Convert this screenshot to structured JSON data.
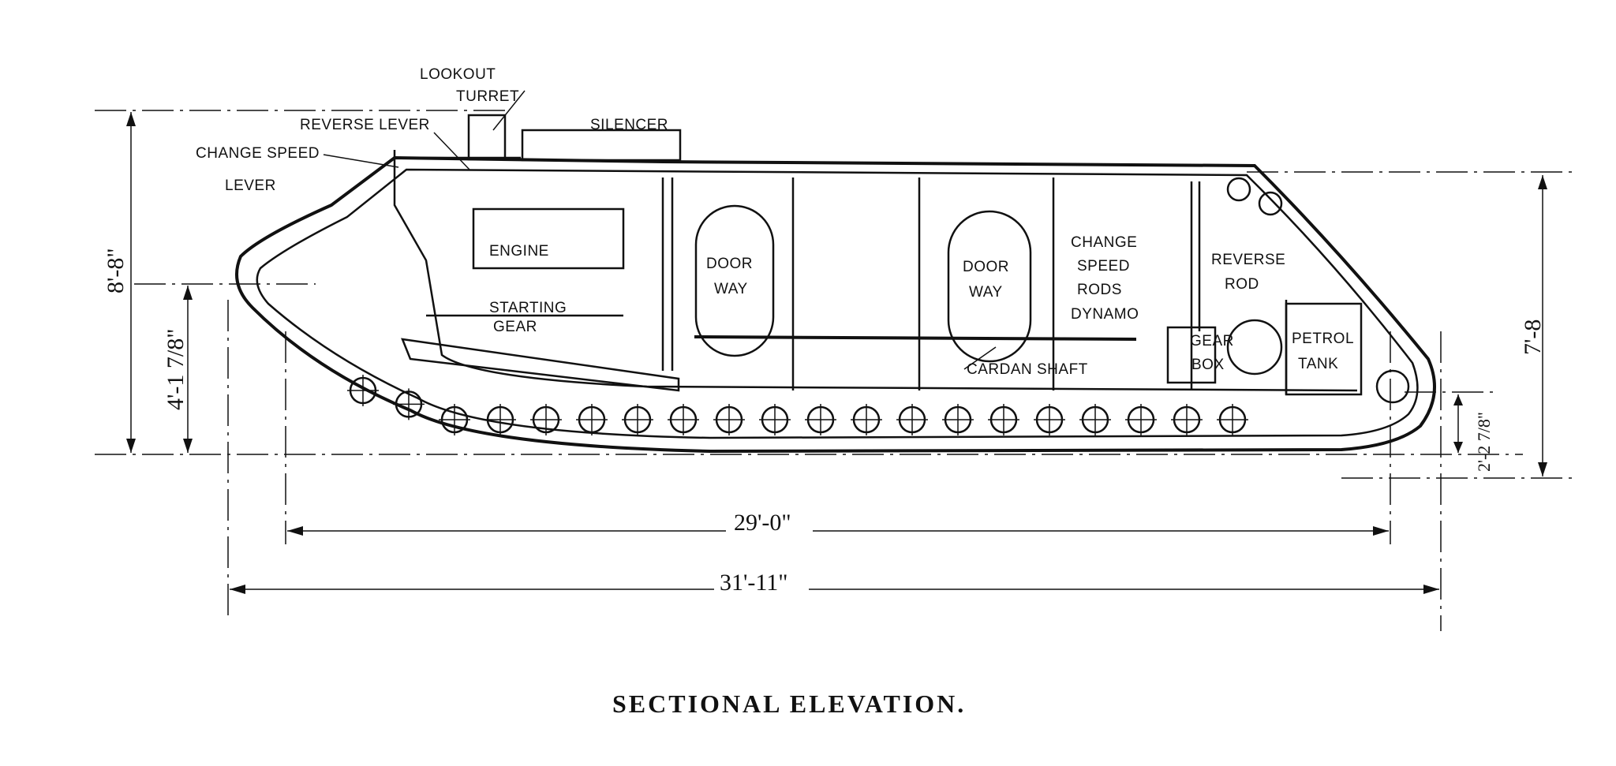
{
  "title": "SECTIONAL ELEVATION.",
  "labels": {
    "lookout": "LOOKOUT",
    "turret": "TURRET",
    "reverse_lever": "REVERSE LEVER",
    "silencer": "SILENCER",
    "change_speed": "CHANGE SPEED",
    "lever": "LEVER",
    "engine": "ENGINE",
    "starting": "STARTING",
    "gear": "GEAR",
    "door1": "DOOR",
    "way1": "WAY",
    "door2": "DOOR",
    "way2": "WAY",
    "change": "CHANGE",
    "speed": "SPEED",
    "rods": "RODS",
    "dynamo": "DYNAMO",
    "cardan_shaft": "CARDAN SHAFT",
    "reverse": "REVERSE",
    "rod": "ROD",
    "gear_box_1": "GEAR",
    "gear_box_2": "BOX",
    "petrol": "PETROL",
    "tank": "TANK"
  },
  "dimensions": {
    "overall_height": "8'-8\"",
    "axle_height": "4'-1 7/8\"",
    "hull_height": "7'-8",
    "ground_clearance": "2'-2 7/8\"",
    "track_length": "29'-0\"",
    "overall_length": "31'-11\""
  }
}
